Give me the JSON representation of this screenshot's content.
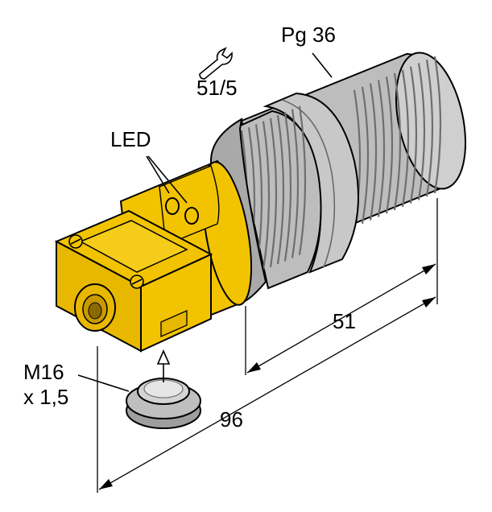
{
  "labels": {
    "thread_size": "Pg 36",
    "wrench_size": "51/5",
    "led": "LED",
    "connector_thread_line1": "M16",
    "connector_thread_line2": "x 1,5",
    "dim_length_threaded": "51",
    "dim_length_total": "96"
  },
  "icons": {
    "wrench": "wrench-icon",
    "arrow": "arrow-up-icon"
  },
  "colors": {
    "housing_yellow": "#F2C300",
    "metal_gray": "#B9B9B9",
    "metal_dark": "#8A8A8A",
    "outline": "#000000"
  }
}
